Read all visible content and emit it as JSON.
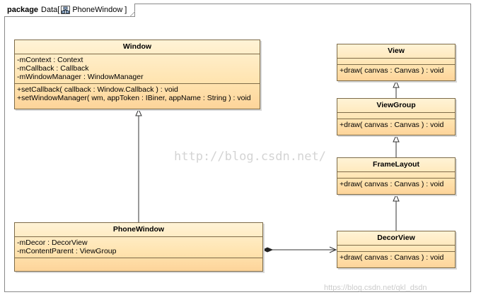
{
  "package": {
    "keyword": "package",
    "name": "Data",
    "bracket_open": "[",
    "diagram_icon": "class-diagram-icon",
    "diagram_name": "PhoneWindow",
    "bracket_close": "]"
  },
  "classes": {
    "window": {
      "name": "Window",
      "attributes": [
        "-mContext : Context",
        "-mCallback : Callback",
        "-mWindowManager : WindowManager"
      ],
      "operations": [
        "+setCallback( callback : Window.Callback ) : void",
        "+setWindowManager( wm, appToken : IBiner, appName : String ) : void"
      ]
    },
    "phonewindow": {
      "name": "PhoneWindow",
      "attributes": [
        "-mDecor : DecorView",
        "-mContentParent : ViewGroup"
      ],
      "operations": []
    },
    "view": {
      "name": "View",
      "attributes": [],
      "operations": [
        "+draw( canvas : Canvas ) : void"
      ]
    },
    "viewgroup": {
      "name": "ViewGroup",
      "attributes": [],
      "operations": [
        "+draw( canvas : Canvas ) : void"
      ]
    },
    "framelayout": {
      "name": "FrameLayout",
      "attributes": [],
      "operations": [
        "+draw( canvas : Canvas ) : void"
      ]
    },
    "decorview": {
      "name": "DecorView",
      "attributes": [],
      "operations": [
        "+draw( canvas : Canvas ) : void"
      ]
    }
  },
  "relations": [
    {
      "type": "generalization",
      "from": "PhoneWindow",
      "to": "Window"
    },
    {
      "type": "generalization",
      "from": "ViewGroup",
      "to": "View"
    },
    {
      "type": "generalization",
      "from": "FrameLayout",
      "to": "ViewGroup"
    },
    {
      "type": "generalization",
      "from": "DecorView",
      "to": "FrameLayout"
    },
    {
      "type": "composition",
      "from": "PhoneWindow",
      "to": "DecorView"
    }
  ],
  "watermarks": {
    "center": "http://blog.csdn.net/",
    "bottom_right": "https://blog.csdn.net/qkl_dsdn"
  }
}
